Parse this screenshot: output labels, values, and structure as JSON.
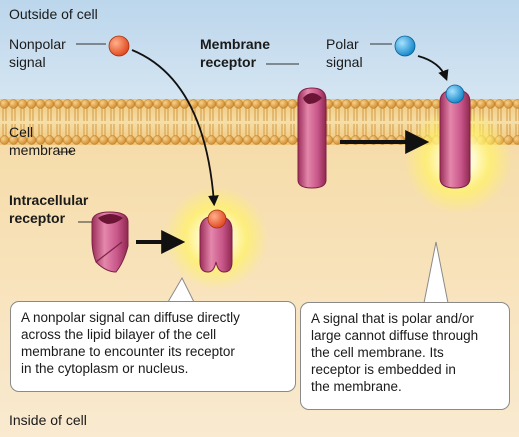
{
  "labels": {
    "outside": "Outside of cell",
    "inside": "Inside of cell",
    "nonpolar_line1": "Nonpolar",
    "nonpolar_line2": "signal",
    "polar_line1": "Polar",
    "polar_line2": "signal",
    "membrane_receptor_line1": "Membrane",
    "membrane_receptor_line2": "receptor",
    "cell_membrane_line1": "Cell",
    "cell_membrane_line2": "membrane",
    "intracellular_line1": "Intracellular",
    "intracellular_line2": "receptor"
  },
  "callouts": {
    "left": [
      "A nonpolar signal can diffuse directly",
      "across the lipid bilayer of the cell",
      "membrane to encounter its receptor",
      "in the cytoplasm or nucleus."
    ],
    "right": [
      "A signal that is polar and/or",
      "large cannot diffuse through",
      "the cell membrane. Its",
      "receptor is embedded in",
      "the membrane."
    ]
  },
  "colors": {
    "outside_bg": "#c9dff0",
    "inside_bg": "#f7e1b5",
    "membrane": "#e3a94a",
    "receptor": "#c44c7c",
    "nonpolar_signal": "#ef5a2a",
    "polar_signal": "#1f9fe0",
    "glow": "#fff26a"
  }
}
